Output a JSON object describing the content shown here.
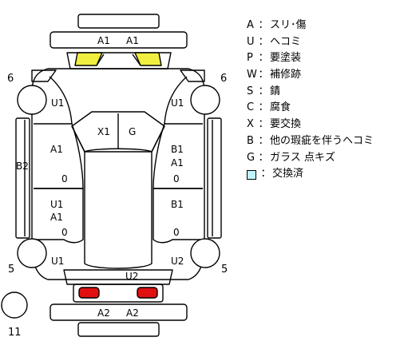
{
  "colors": {
    "windshield_damage": "#f0ef40",
    "taillight": "#e01010",
    "replaced_swatch": "#c0f4fc",
    "outline": "#000000"
  },
  "diagram": {
    "side_numbers": {
      "front_left": "6",
      "front_right": "6",
      "rear_left": "5",
      "rear_right": "5",
      "spare": "11"
    },
    "labels": {
      "front_panel_left": "A1",
      "front_panel_right": "A1",
      "roof_left": "X1",
      "roof_right": "G",
      "front_left_wheel": "U1",
      "front_right_wheel": "U1",
      "left_front_door": "A1",
      "left_rocker": "B2",
      "left_rear_door_1": "U1",
      "left_rear_door_2": "A1",
      "rear_left_wheel": "U1",
      "right_front_door_1": "B1",
      "right_front_door_2": "A1",
      "right_rear_door": "B1",
      "rear_right_wheel": "U2",
      "rear_center": "U2",
      "rear_bumper_left": "A2",
      "rear_bumper_right": "A2",
      "left_marker_1": "0",
      "left_marker_2": "0",
      "right_marker_1": "0",
      "right_marker_2": "0"
    }
  },
  "legend": [
    {
      "code": "A",
      "sep": "：",
      "text": "スリ･傷"
    },
    {
      "code": "U",
      "sep": "：",
      "text": "ヘコミ"
    },
    {
      "code": "P",
      "sep": "：",
      "text": "要塗装"
    },
    {
      "code": "W",
      "sep": "：",
      "text": "補修跡"
    },
    {
      "code": "S",
      "sep": "：",
      "text": "錆"
    },
    {
      "code": "C",
      "sep": "：",
      "text": "腐食"
    },
    {
      "code": "X",
      "sep": "：",
      "text": "要交換"
    },
    {
      "code": "B",
      "sep": "：",
      "text": "他の瑕疵を伴うヘコミ"
    },
    {
      "code": "G",
      "sep": "：",
      "text": "ガラス 点キズ"
    },
    {
      "code": "",
      "sep": "：",
      "text": "交換済",
      "swatch": true
    }
  ]
}
